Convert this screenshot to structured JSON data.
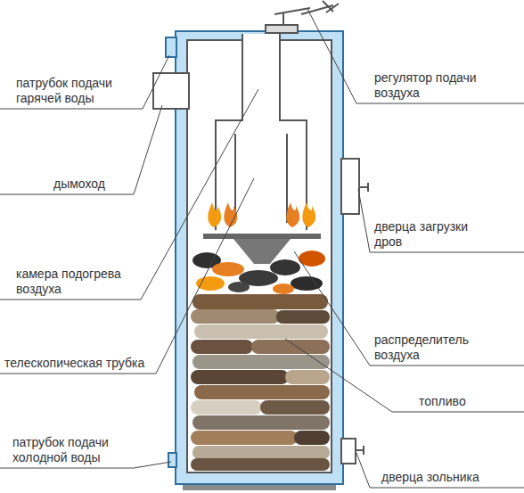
{
  "diagram": {
    "labels": [
      "патрубок подачи гарячей воды",
      "дымоход",
      "камера подогрева воздуха",
      "телескопическая трубка",
      "патрубок подачи холодной воды",
      "регулятор подачи воздуха",
      "дверца загрузки дров",
      "распределитель воздуха",
      "топливо",
      "дверца зольника"
    ]
  }
}
